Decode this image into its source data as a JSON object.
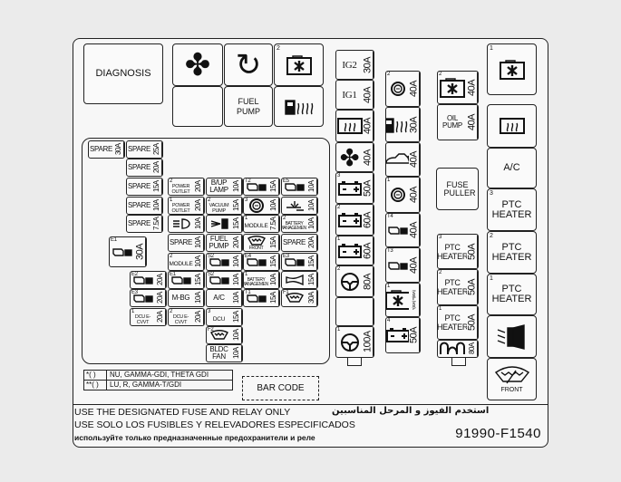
{
  "top_boxes": {
    "diagnosis": "DIAGNOSIS",
    "fan_icon": "fan-icon",
    "refresh_icon": "refresh-icon",
    "relay_num": "2",
    "fuel_pump": "FUEL PUMP",
    "fuel_heater_icon": "fuel-heater-icon"
  },
  "left_fuses": [
    {
      "label": "SPARE",
      "rating": "30A",
      "icon": "",
      "num": ""
    },
    {
      "label": "SPARE",
      "rating": "25A",
      "icon": "",
      "num": ""
    },
    {
      "label": "SPARE",
      "rating": "20A",
      "icon": "",
      "num": ""
    },
    {
      "label": "SPARE",
      "rating": "15A",
      "icon": "",
      "num": ""
    },
    {
      "label": "POWER OUTLET",
      "rating": "20A",
      "icon": "",
      "num": "2"
    },
    {
      "label": "B/UP LAMP",
      "rating": "10A",
      "icon": "",
      "num": ""
    },
    {
      "label": "",
      "rating": "15A",
      "icon": "engine",
      "num": "T2"
    },
    {
      "label": "",
      "rating": "10A",
      "icon": "engine",
      "num": "E5"
    },
    {
      "label": "SPARE",
      "rating": "10A",
      "icon": "",
      "num": ""
    },
    {
      "label": "POWER OUTLET",
      "rating": "20A",
      "icon": "",
      "num": "1"
    },
    {
      "label": "VACUUM PUMP",
      "rating": "15A",
      "icon": "",
      "num": "2"
    },
    {
      "label": "",
      "rating": "10A",
      "icon": "abs",
      "num": "3"
    },
    {
      "label": "",
      "rating": "10A",
      "icon": "airbag",
      "num": ""
    },
    {
      "label": "SPARE",
      "rating": "7.5A",
      "icon": "",
      "num": ""
    },
    {
      "label": "",
      "rating": "10A",
      "icon": "headlamp",
      "num": ""
    },
    {
      "label": "",
      "rating": "15A",
      "icon": "foglamp",
      "num": ""
    },
    {
      "label": "MODULE",
      "rating": "7.5A",
      "icon": "",
      "num": "1"
    },
    {
      "label": "BATTERY MANAGEMENT",
      "rating": "10A",
      "icon": "",
      "num": "2"
    },
    {
      "label": "SPARE",
      "rating": "10A",
      "icon": "",
      "num": ""
    },
    {
      "label": "FUEL PUMP",
      "rating": "20A",
      "icon": "",
      "num": ""
    },
    {
      "label": "FRONT",
      "rating": "15A",
      "icon": "wiper",
      "num": ""
    },
    {
      "label": "SPARE",
      "rating": "20A",
      "icon": "",
      "num": ""
    },
    {
      "label": "",
      "rating": "30A",
      "icon": "engine",
      "num": "E1"
    },
    {
      "label": "MODULE",
      "rating": "10A",
      "icon": "",
      "num": "2"
    },
    {
      "label": "",
      "rating": "10A",
      "icon": "engine",
      "num": "S2"
    },
    {
      "label": "",
      "rating": "15A",
      "icon": "engine",
      "num": "E4"
    },
    {
      "label": "",
      "rating": "15A",
      "icon": "engine",
      "num": "E3"
    },
    {
      "label": "",
      "rating": "20A",
      "icon": "engine",
      "num": "E2"
    },
    {
      "label": "",
      "rating": "15A",
      "icon": "engine",
      "num": "E1"
    },
    {
      "label": "",
      "rating": "10A",
      "icon": "engine",
      "num": "S2"
    },
    {
      "label": "BATTERY MANAGEMENT",
      "rating": "10A",
      "icon": "",
      "num": "1"
    },
    {
      "label": "",
      "rating": "15A",
      "icon": "horn",
      "num": ""
    },
    {
      "label": "",
      "rating": "20A",
      "icon": "engine",
      "num": "E3"
    },
    {
      "label": "M-BG",
      "rating": "10A",
      "icon": "",
      "num": ""
    },
    {
      "label": "A/C",
      "rating": "10A",
      "icon": "",
      "num": ""
    },
    {
      "label": "",
      "rating": "15A",
      "icon": "engine",
      "num": "T1"
    },
    {
      "label": "",
      "rating": "30A",
      "icon": "wiper",
      "num": "F1"
    },
    {
      "label": "DCU E-CVVT",
      "rating": "20A",
      "icon": "",
      "num": "1"
    },
    {
      "label": "DCU E-CVVT",
      "rating": "20A",
      "icon": "",
      "num": "2"
    },
    {
      "label": "DCU",
      "rating": "15A",
      "icon": "",
      "num": "3"
    },
    {
      "label": "",
      "rating": "10A",
      "icon": "wiper",
      "num": "F2"
    },
    {
      "label": "BLDC FAN",
      "rating": "10A",
      "icon": "",
      "num": ""
    }
  ],
  "mid_fuses": [
    {
      "label": "IG2",
      "rating": "30A",
      "icon": "",
      "num": ""
    },
    {
      "label": "IG1",
      "rating": "40A",
      "icon": "",
      "num": ""
    },
    {
      "label": "",
      "rating": "40A",
      "icon": "defrost",
      "num": ""
    },
    {
      "label": "",
      "rating": "40A",
      "icon": "fan",
      "num": ""
    },
    {
      "label": "",
      "rating": "50A",
      "icon": "battery",
      "num": "3"
    },
    {
      "label": "",
      "rating": "60A",
      "icon": "battery",
      "num": "2"
    },
    {
      "label": "",
      "rating": "60A",
      "icon": "battery",
      "num": "1"
    },
    {
      "label": "",
      "rating": "80A",
      "icon": "steering",
      "num": "2"
    },
    {
      "label": "",
      "rating": "",
      "icon": "",
      "num": ""
    },
    {
      "label": "",
      "rating": "100A",
      "icon": "steering",
      "num": "1"
    },
    {
      "label": "",
      "rating": "40A",
      "icon": "abs",
      "num": "2"
    },
    {
      "label": "",
      "rating": "30A",
      "icon": "fuelheater",
      "num": ""
    },
    {
      "label": "",
      "rating": "40A",
      "icon": "car",
      "num": ""
    },
    {
      "label": "",
      "rating": "40A",
      "icon": "abs",
      "num": "1"
    },
    {
      "label": "",
      "rating": "40A",
      "icon": "engine",
      "num": "T4"
    },
    {
      "label": "",
      "rating": "40A",
      "icon": "engine",
      "num": "T3"
    },
    {
      "label": "",
      "rating": "*(40A) **(60A)",
      "icon": "relayfan",
      "num": "1"
    },
    {
      "label": "",
      "rating": "50A",
      "icon": "battery",
      "num": "4"
    },
    {
      "label": "",
      "rating": "40A",
      "icon": "relayfan",
      "num": "2"
    },
    {
      "label": "OIL PUMP",
      "rating": "40A",
      "icon": "",
      "num": ""
    },
    {
      "label": "PTC HEATER",
      "rating": "50A",
      "icon": "",
      "num": "3"
    },
    {
      "label": "PTC HEATER",
      "rating": "50A",
      "icon": "",
      "num": "2"
    },
    {
      "label": "PTC HEATER",
      "rating": "50A",
      "icon": "",
      "num": "1"
    },
    {
      "label": "",
      "rating": "80A",
      "icon": "glow",
      "num": ""
    }
  ],
  "fuse_puller": "FUSE PULLER",
  "right_relays": [
    {
      "label": "",
      "icon": "relayfan",
      "num": "1"
    },
    {
      "label": "",
      "icon": "defrost",
      "num": ""
    },
    {
      "label": "A/C",
      "icon": "",
      "num": ""
    },
    {
      "label": "PTC HEATER",
      "icon": "",
      "num": "3"
    },
    {
      "label": "PTC HEATER",
      "icon": "",
      "num": "2"
    },
    {
      "label": "PTC HEATER",
      "icon": "",
      "num": "1"
    },
    {
      "label": "",
      "icon": "headlamp",
      "num": ""
    },
    {
      "label": "FRONT",
      "icon": "wiper",
      "num": ""
    }
  ],
  "legend": [
    {
      "key": "*( )",
      "value": "NU, GAMMA-GDI, THETA GDI"
    },
    {
      "key": "**( )",
      "value": "LU, R, GAMMA-T/GDI"
    }
  ],
  "barcode": "BAR CODE",
  "footer": {
    "line_en": "USE THE DESIGNATED FUSE AND RELAY ONLY",
    "line_ar": "استخدم الفيوز و المرحل المناسبين",
    "line_es": "USE SOLO LOS FUSIBLES Y RELEVADORES ESPECIFICADOS",
    "line_ru": "используйте только предназначенные предохранители и реле",
    "part_number": "91990-F1540"
  }
}
